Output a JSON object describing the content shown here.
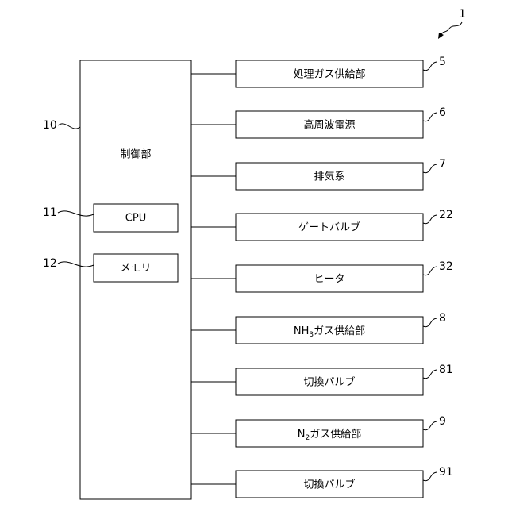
{
  "figure_ref": "1",
  "controller": {
    "ref": "10",
    "label": "制御部",
    "cpu": {
      "ref": "11",
      "label": "CPU"
    },
    "memory": {
      "ref": "12",
      "label": "メモリ"
    }
  },
  "components": [
    {
      "ref": "5",
      "label": "処理ガス供給部"
    },
    {
      "ref": "6",
      "label": "高周波電源"
    },
    {
      "ref": "7",
      "label": "排気系"
    },
    {
      "ref": "22",
      "label": "ゲートバルブ"
    },
    {
      "ref": "32",
      "label": "ヒータ"
    },
    {
      "ref": "8",
      "label_parts": [
        "NH",
        "3",
        "ガス供給部"
      ]
    },
    {
      "ref": "81",
      "label": "切換バルブ"
    },
    {
      "ref": "9",
      "label_parts": [
        "N",
        "2",
        "ガス供給部"
      ]
    },
    {
      "ref": "91",
      "label": "切換バルブ"
    }
  ]
}
